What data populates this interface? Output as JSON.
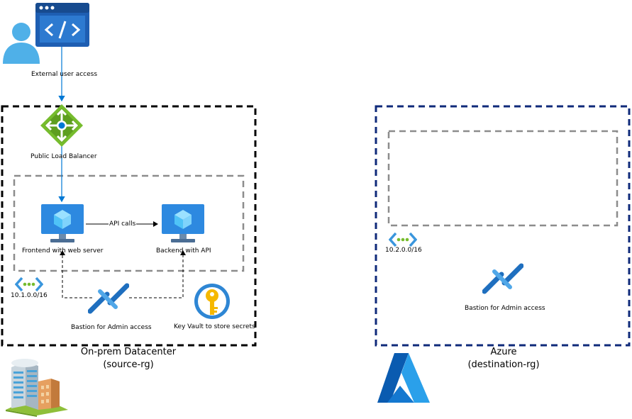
{
  "external_user_label": "External user access",
  "onprem": {
    "public_lb_label": "Public Load Balancer",
    "frontend_label": "Frontend with web server",
    "backend_label": "Backend with API",
    "api_calls_label": "API calls",
    "vnet_cidr": "10.1.0.0/16",
    "bastion_label": "Bastion for Admin access",
    "keyvault_label": "Key Vault to store secrets",
    "title": "On-prem Datacenter",
    "subtitle": "(source-rg)"
  },
  "azure": {
    "vnet_cidr": "10.2.0.0/16",
    "bastion_label": "Bastion for Admin access",
    "title": "Azure",
    "subtitle": "(destination-rg)"
  },
  "colors": {
    "azure_blue": "#0078d4",
    "dashed_black": "#000000",
    "dashed_navy": "#0f2a7a",
    "dashed_gray": "#8c8c8c",
    "lb_green": "#76bc2d"
  }
}
